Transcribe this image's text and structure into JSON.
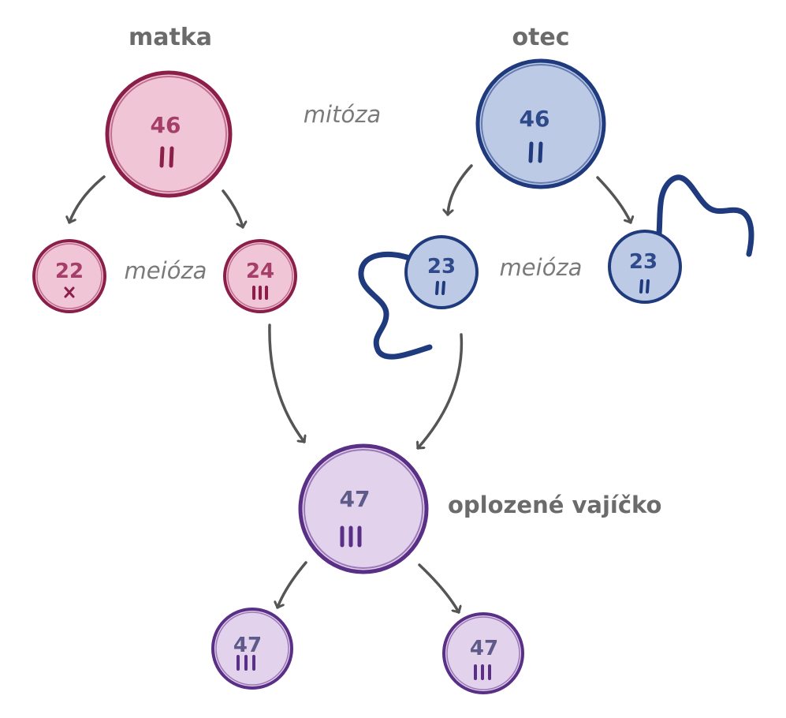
{
  "parents": {
    "mother": {
      "label": "matka",
      "count": "46",
      "color": "#e9a8c0",
      "stroke": "#8c1f4a",
      "text_color": "#a53e68",
      "chromosome_marks": 2
    },
    "father": {
      "label": "otec",
      "count": "46",
      "color": "#b6c3e2",
      "stroke": "#1f3a7d",
      "text_color": "#2e4a8a",
      "chromosome_marks": 2
    }
  },
  "processes": {
    "mitosis": "mitóza",
    "meiosis_mother": "meióza",
    "meiosis_father": "meióza"
  },
  "gametes": {
    "mother_left": {
      "count": "22",
      "mark": "x"
    },
    "mother_right": {
      "count": "24",
      "chromosome_marks": 3
    },
    "father_left": {
      "count": "23",
      "chromosome_marks": 2
    },
    "father_right": {
      "count": "23",
      "chromosome_marks": 2
    }
  },
  "zygote": {
    "label": "oplozené vajíčko",
    "count": "47",
    "color": "#dcc8e8",
    "stroke": "#5a2f86",
    "text_color": "#5e5a8a",
    "chromosome_marks": 3
  },
  "daughters": {
    "left": {
      "count": "47",
      "chromosome_marks": 3
    },
    "right": {
      "count": "47",
      "chromosome_marks": 3
    }
  },
  "arrow_color": "#555555"
}
